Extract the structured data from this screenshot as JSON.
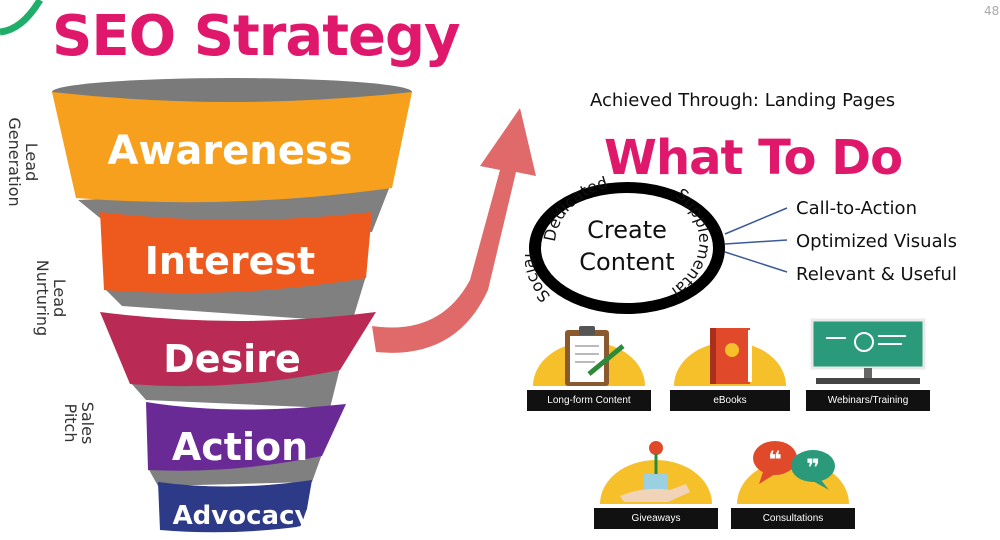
{
  "title": "SEO Strategy",
  "page_number": "48",
  "colors": {
    "title": "#e0186c",
    "awareness": "#f7a01e",
    "interest": "#ee5a1e",
    "desire": "#b92a54",
    "action": "#6a2a96",
    "advocacy": "#2c3a88",
    "arrow": "#e06a6a",
    "tile_half_circle": "#f5c02a"
  },
  "side_labels": [
    {
      "text": "Lead\nGeneration"
    },
    {
      "text": "Lead\nNurturing"
    },
    {
      "text": "Sales\nPitch"
    }
  ],
  "funnel_stages": [
    {
      "label": "Awareness"
    },
    {
      "label": "Interest"
    },
    {
      "label": "Desire"
    },
    {
      "label": "Action"
    },
    {
      "label": "Advocacy"
    }
  ],
  "achieved_through": "Achieved Through: Landing Pages",
  "what_to_do": "What To Do",
  "seal": {
    "center_line1": "Create",
    "center_line2": "Content",
    "ring_words": [
      "Social",
      "Dedicated",
      "Supplemental"
    ]
  },
  "cta_items": [
    "Call-to-Action",
    "Optimized Visuals",
    "Relevant & Useful"
  ],
  "tiles": [
    {
      "caption": "Long-form Content",
      "icon": "clipboard-icon"
    },
    {
      "caption": "eBooks",
      "icon": "ebook-icon"
    },
    {
      "caption": "Webinars/Training",
      "icon": "whiteboard-icon"
    },
    {
      "caption": "Giveaways",
      "icon": "gift-plant-icon"
    },
    {
      "caption": "Consultations",
      "icon": "speech-bubbles-icon"
    }
  ]
}
